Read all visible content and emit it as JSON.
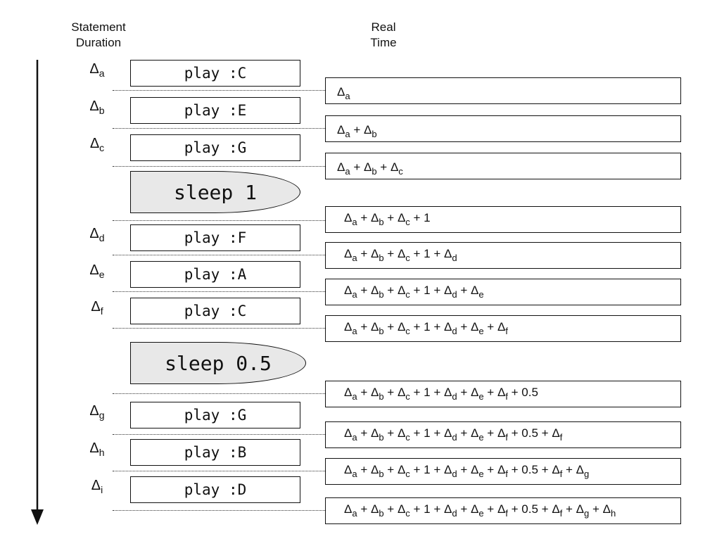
{
  "headers": {
    "duration": "Statement\nDuration",
    "real_time": "Real\nTime"
  },
  "statements": [
    {
      "kind": "play",
      "label": "play :C",
      "delta": "a"
    },
    {
      "kind": "play",
      "label": "play :E",
      "delta": "b"
    },
    {
      "kind": "play",
      "label": "play :G",
      "delta": "c"
    },
    {
      "kind": "sleep",
      "label": "sleep 1",
      "delta": ""
    },
    {
      "kind": "play",
      "label": "play :F",
      "delta": "d"
    },
    {
      "kind": "play",
      "label": "play :A",
      "delta": "e"
    },
    {
      "kind": "play",
      "label": "play :C",
      "delta": "f"
    },
    {
      "kind": "sleep",
      "label": "sleep 0.5",
      "delta": ""
    },
    {
      "kind": "play",
      "label": "play :G",
      "delta": "g"
    },
    {
      "kind": "play",
      "label": "play :B",
      "delta": "h"
    },
    {
      "kind": "play",
      "label": "play :D",
      "delta": "i"
    }
  ],
  "real_times": [
    "Δ_a",
    "Δ_a + Δ_b",
    "Δ_a + Δ_b + Δ_c",
    "Δ_a + Δ_b + Δ_c + 1",
    "Δ_a + Δ_b + Δ_c + 1 + Δ_d",
    "Δ_a + Δ_b + Δ_c + 1 + Δ_d + Δ_e",
    "Δ_a + Δ_b + Δ_c + 1 + Δ_d + Δ_e + Δ_f",
    "Δ_a + Δ_b + Δ_c + 1 + Δ_d + Δ_e + Δ_f + 0.5",
    "Δ_a + Δ_b + Δ_c + 1 + Δ_d + Δ_e + Δ_f + 0.5 + Δ_f",
    "Δ_a + Δ_b + Δ_c + 1 + Δ_d + Δ_e + Δ_f + 0.5 + Δ_f + Δ_g",
    "Δ_a + Δ_b + Δ_c + 1 + Δ_d + Δ_e + Δ_f + 0.5 + Δ_f + Δ_g + Δ_h"
  ]
}
